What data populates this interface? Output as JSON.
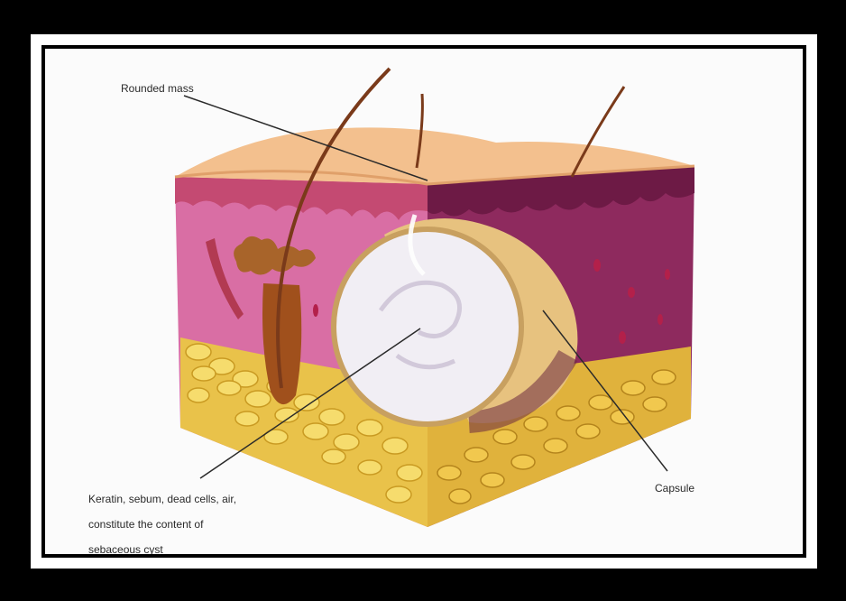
{
  "diagram": {
    "labels": {
      "rounded_mass": "Rounded mass",
      "capsule": "Capsule",
      "keratin_l1": "Keratin, sebum, dead cells, air,",
      "keratin_l2": "constitute the content of",
      "keratin_l3": "sebaceous cyst"
    },
    "colors": {
      "frame": "#000000",
      "skin_top": "#f3c08e",
      "skin_front": "#d96ea4",
      "skin_side": "#8e2a5e",
      "fat": "#f1d35a",
      "cyst": "#f1eef4",
      "capsule": "#e7c27f"
    }
  }
}
